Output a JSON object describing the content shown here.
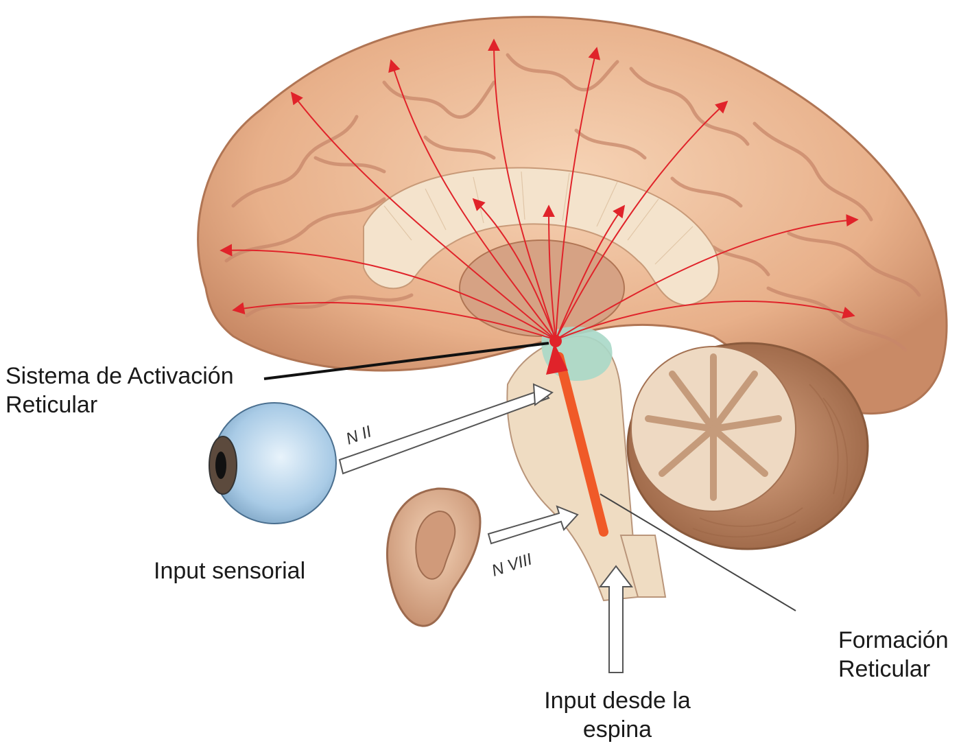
{
  "labels": {
    "reticular_activating_system": [
      "Sistema de Activación",
      "Reticular"
    ],
    "sensory_input": "Input sensorial",
    "spinal_input": [
      "Input desde la",
      "espina"
    ],
    "reticular_formation": [
      "Formación",
      "Reticular"
    ]
  },
  "nerves": {
    "optic": "N II",
    "vestibulocochlear": "N VIII"
  },
  "colors": {
    "cortex": "#e9b48e",
    "cortex_dark": "#c98a66",
    "corpus_callosum": "#f4e3cc",
    "brainstem": "#efdcc2",
    "cerebellum": "#b88462",
    "projection_arrows": "#e0232a",
    "reticular_core": "#f05a28",
    "reticular_zone": "#a9d8c8",
    "eye": "#b9d6ee"
  }
}
